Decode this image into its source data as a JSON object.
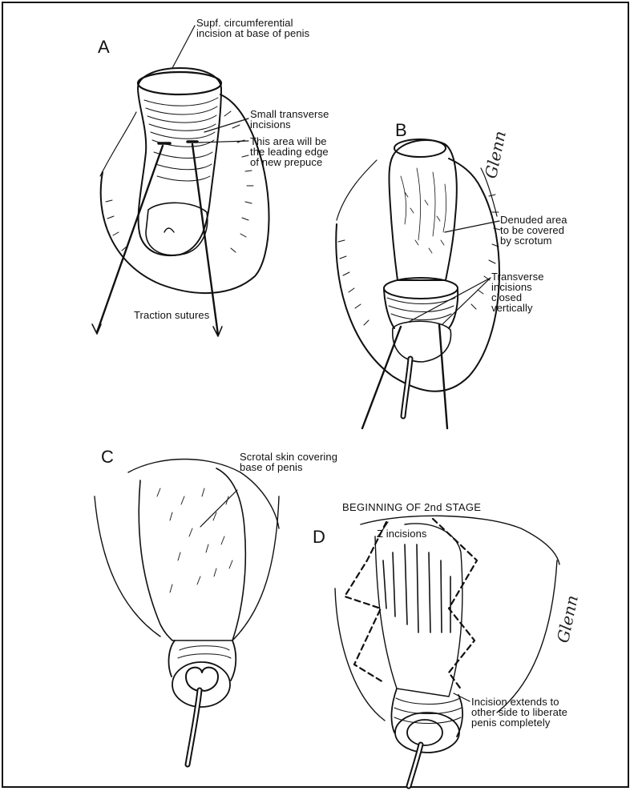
{
  "panels": {
    "a": {
      "letter": "A",
      "labels": [
        "Supf. circumferential\nincision at base of penis",
        "Small transverse\nincisions",
        "This area will be\nthe leading edge\nof new prepuce",
        "Traction sutures"
      ]
    },
    "b": {
      "letter": "B",
      "labels": [
        "Denuded area\nto be covered\nby scrotum",
        "Transverse\nincisions\nclosed\nvertically"
      ]
    },
    "c": {
      "letter": "C",
      "labels": [
        "Scrotal skin covering\nbase of penis"
      ]
    },
    "d": {
      "letter": "D",
      "heading": "BEGINNING OF 2nd STAGE",
      "labels": [
        "Z incisions",
        "Incision extends to\nother side to liberate\npenis completely"
      ]
    }
  },
  "artist_signature": "Glenn"
}
